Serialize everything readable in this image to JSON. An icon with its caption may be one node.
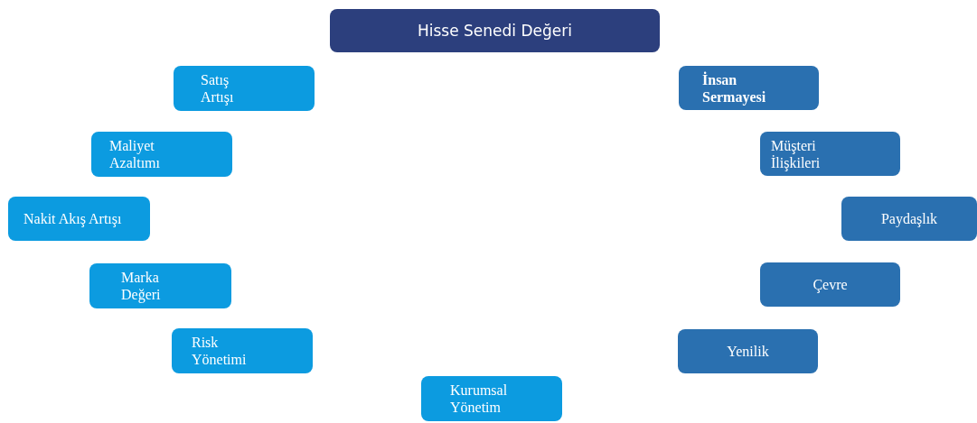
{
  "diagram": {
    "nodes": [
      {
        "text": [
          "Hisse Senedi Değeri"
        ]
      },
      {
        "text": [
          "Satış Artışı"
        ]
      },
      {
        "text": [
          "Maliyet Azaltımı"
        ]
      },
      {
        "text": [
          "Nakit Akış Artışı"
        ]
      },
      {
        "text": [
          "Marka Değeri"
        ]
      },
      {
        "text": [
          "Risk Yönetimi"
        ]
      },
      {
        "text": [
          "Kurumsal Yönetim"
        ]
      },
      {
        "text": [
          "İnsan Sermayesi"
        ]
      },
      {
        "text": [
          "Müşteri İlişkileri"
        ]
      },
      {
        "text": [
          "Paydaşlık"
        ]
      },
      {
        "text": [
          "Çevre"
        ]
      },
      {
        "text": [
          "Yenilik"
        ]
      }
    ]
  }
}
